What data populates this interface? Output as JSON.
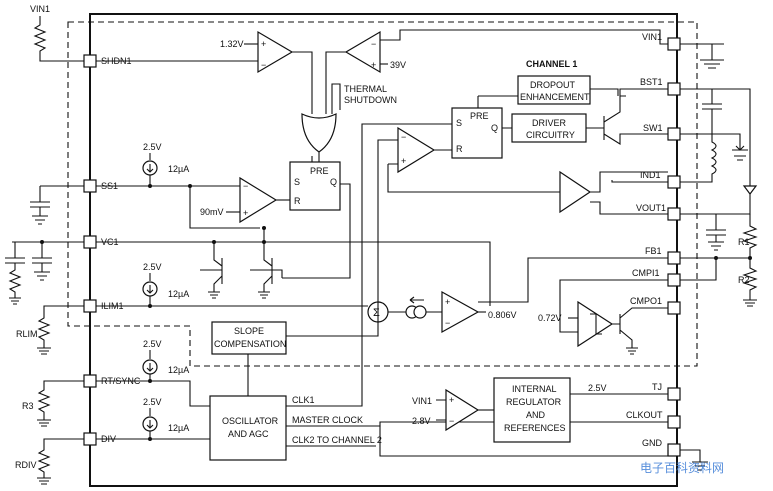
{
  "chip": {
    "left_pins": [
      "SHDN1",
      "SS1",
      "VC1",
      "ILIM1",
      "RT/SYNC",
      "DIV"
    ],
    "right_pins": [
      "VIN1",
      "BST1",
      "SW1",
      "IND1",
      "VOUT1",
      "FB1",
      "CMPI1",
      "CMPO1",
      "TJ",
      "CLKOUT",
      "GND"
    ]
  },
  "external": {
    "vin1": "VIN1",
    "rlim": "RLIM",
    "r3": "R3",
    "rdiv": "RDIV",
    "r1": "R1",
    "r2": "R2"
  },
  "blocks": {
    "channel_label": "CHANNEL 1",
    "dropout_line1": "DROPOUT",
    "dropout_line2": "ENHANCEMENT",
    "driver_line1": "DRIVER",
    "driver_line2": "CIRCUITRY",
    "thermal_line1": "THERMAL",
    "thermal_line2": "SHUTDOWN",
    "slope_line1": "SLOPE",
    "slope_line2": "COMPENSATION",
    "osc_line1": "OSCILLATOR",
    "osc_line2": "AND AGC",
    "regulator_line1": "INTERNAL",
    "regulator_line2": "REGULATOR",
    "regulator_line3": "AND",
    "regulator_line4": "REFERENCES",
    "latch_pre": "PRE",
    "latch_s": "S",
    "latch_r": "R",
    "latch_q": "Q"
  },
  "values": {
    "v132": "1.32V",
    "v39": "39V",
    "v25a": "2.5V",
    "i12a": "12µA",
    "v90m": "90mV",
    "v25b": "2.5V",
    "i12b": "12µA",
    "v0806": "0.806V",
    "v072": "0.72V",
    "v25c": "2.5V",
    "i12c": "12µA",
    "v25d": "2.5V",
    "i12d": "12µA",
    "v25reg": "2.5V",
    "vin1_in": "VIN1",
    "v28": "2.8V",
    "sum": "Σ"
  },
  "signals": {
    "clk1": "CLK1",
    "master_clock": "MASTER CLOCK",
    "clk2": "CLK2 TO CHANNEL 2"
  },
  "watermark": "电子百科资料网"
}
